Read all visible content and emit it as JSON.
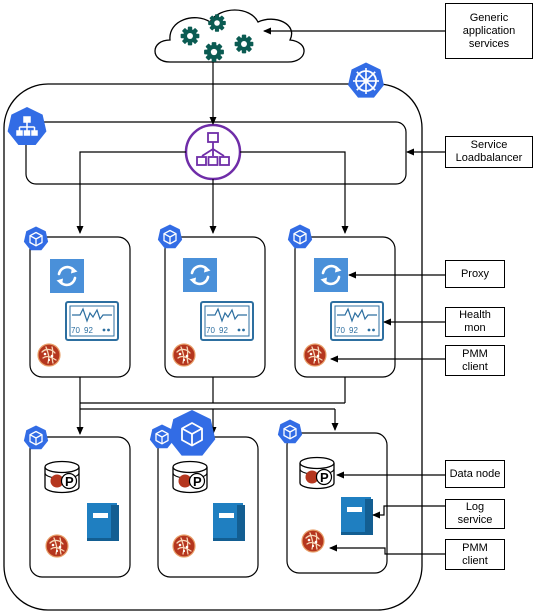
{
  "colors": {
    "k8s_blue": "#326CE5",
    "loadbalancer_purple": "#6F2DA8",
    "gear_green": "#0B5B52",
    "proxy_blue": "#4A90D9",
    "book_blue": "#1F7FC1",
    "monitor_blue": "#2D6FA0",
    "pmm_red": "#B5361E"
  },
  "icons": {
    "cloud": "cloud-gears-icon",
    "k8s": "kubernetes-icon",
    "lb": "load-balancer-icon",
    "service": "service-network-icon",
    "pod": "pod-cube-icon",
    "proxy": "proxy-sync-icon",
    "monitor": "health-monitor-icon",
    "pmm": "pmm-client-icon",
    "db": "database-icon",
    "book": "log-book-icon"
  },
  "monitor": {
    "value_a": "70",
    "value_b": "92"
  },
  "db_badge": "P",
  "labels": {
    "generic_services": "Generic\napplication\nservices",
    "service_lb": "Service\nLoadbalancer",
    "proxy": "Proxy",
    "health_mon": "Health\nmon",
    "pmm_client_top": "PMM\nclient",
    "data_node": "Data node",
    "log_service": "Log\nservice",
    "pmm_client_bottom": "PMM\nclient"
  }
}
